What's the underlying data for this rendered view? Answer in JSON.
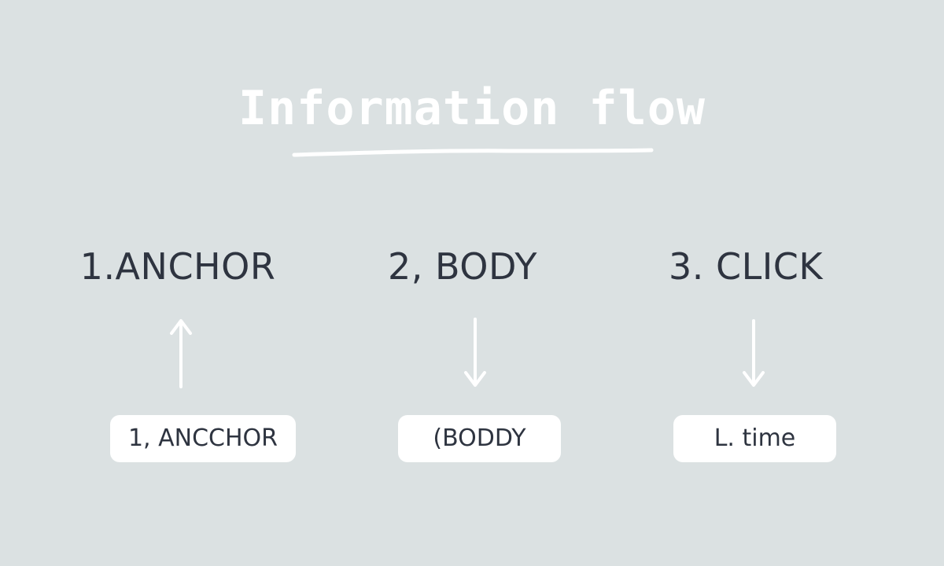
{
  "title": "Information flow",
  "steps": [
    {
      "label": "1.ANCHOR",
      "arrow": "up",
      "box_label": "1, ANCCHOR"
    },
    {
      "label": "2, BODY",
      "arrow": "down",
      "box_label": "(BODDY"
    },
    {
      "label": "3. CLICK",
      "arrow": "down",
      "box_label": "L. time"
    }
  ],
  "colors": {
    "background": "#dbe1e2",
    "title_text": "#ffffff",
    "step_text": "#2e3440",
    "arrow": "#ffffff",
    "box_fill": "#ffffff"
  }
}
